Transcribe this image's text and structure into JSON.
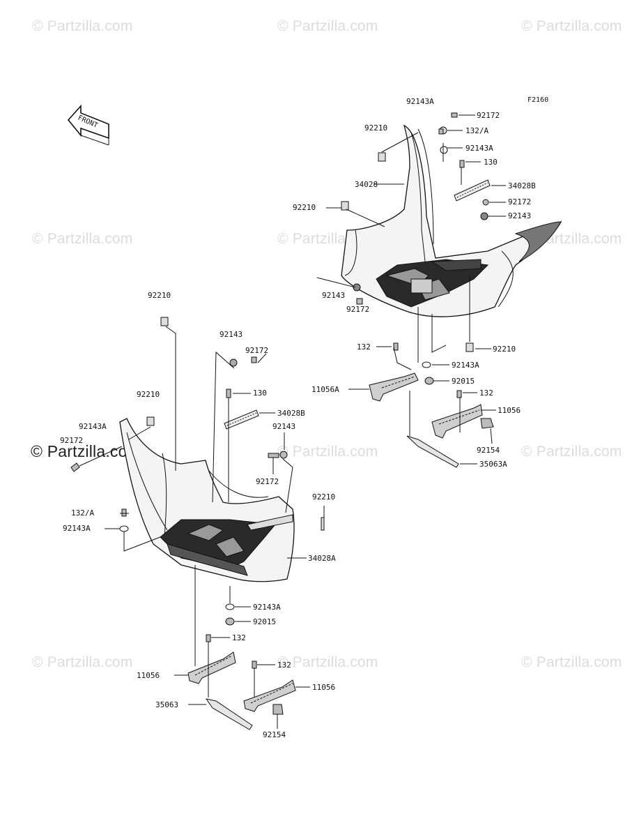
{
  "watermark": "© Partzilla.com",
  "figure_id": "F2160",
  "front_arrow_label": "FRONT",
  "labels": {
    "upper": {
      "l_92143A_top": "92143A",
      "l_92172_top": "92172",
      "l_92210_top": "92210",
      "l_132A_top": "132/A",
      "l_92143A_2": "92143A",
      "l_130_top": "130",
      "l_34028": "34028",
      "l_34028B_top": "34028B",
      "l_92210_mid": "92210",
      "l_92172_mid": "92172",
      "l_92143_mid": "92143",
      "l_92143_left": "92143",
      "l_92172_left": "92172",
      "l_132_mid": "132",
      "l_92210_low": "92210",
      "l_92143A_low": "92143A",
      "l_11056A": "11056A",
      "l_92015_top": "92015",
      "l_132_right": "132",
      "l_11056_right": "11056",
      "l_92154_top": "92154",
      "l_35063A": "35063A"
    },
    "lower": {
      "l_92210_a": "92210",
      "l_92143_a": "92143",
      "l_92172_a": "92172",
      "l_92210_b": "92210",
      "l_130_b": "130",
      "l_34028B_b": "34028B",
      "l_92143A_b": "92143A",
      "l_92172_b": "92172",
      "l_92143_b": "92143",
      "l_92172_c": "92172",
      "l_132A_b": "132/A",
      "l_92143A_c": "92143A",
      "l_92210_c": "92210",
      "l_34028A": "34028A",
      "l_92143A_d": "92143A",
      "l_92015_b": "92015",
      "l_132_b": "132",
      "l_11056_b": "11056",
      "l_132_c": "132",
      "l_11056_c": "11056",
      "l_35063": "35063",
      "l_92154_b": "92154"
    }
  }
}
